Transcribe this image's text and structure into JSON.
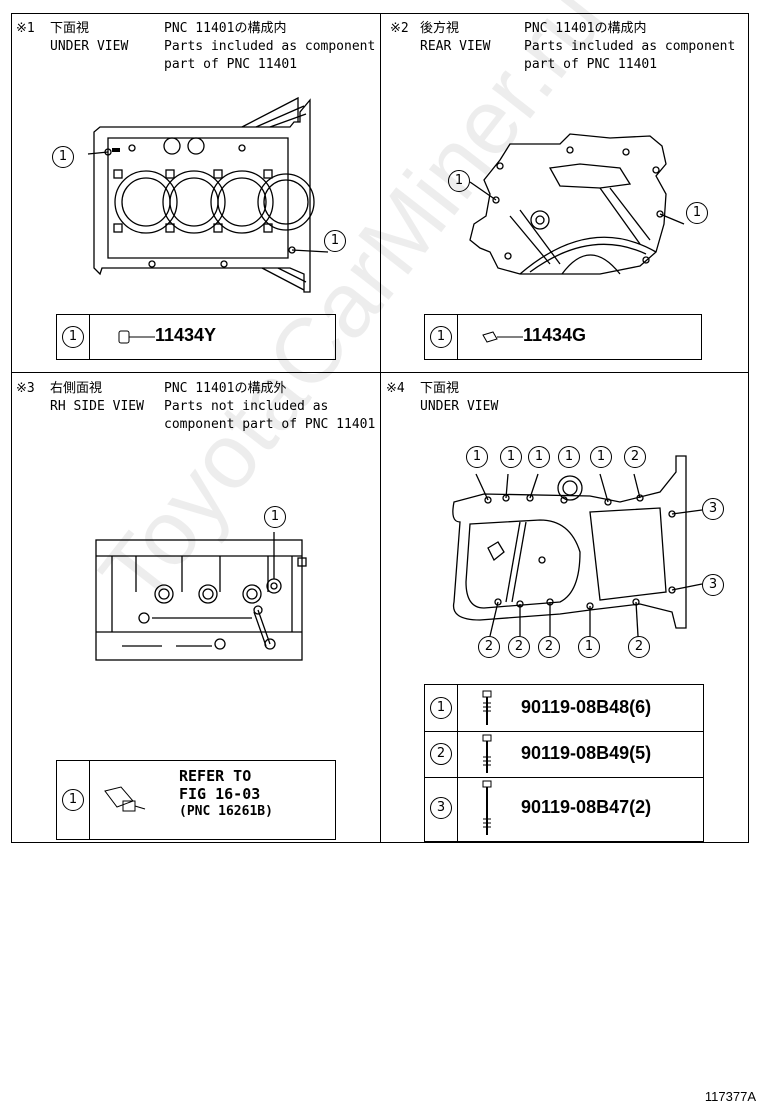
{
  "figure_id": "117377A",
  "watermark": "ToyotaCarMiner.ru",
  "panels": [
    {
      "mark": "※1",
      "view_jp": "下面視",
      "view_en": "UNDER VIEW",
      "pnc_jp": "PNC 11401の構成内",
      "desc_line1": "Parts included as component",
      "desc_line2": "part of PNC 11401",
      "legend": [
        {
          "callout": "1",
          "part_number": "11434Y",
          "icon": "pin-icon"
        }
      ]
    },
    {
      "mark": "※2",
      "view_jp": "後方視",
      "view_en": "REAR VIEW",
      "pnc_jp": "PNC 11401の構成内",
      "desc_line1": "Parts included as component",
      "desc_line2": "part of PNC 11401",
      "legend": [
        {
          "callout": "1",
          "part_number": "11434G",
          "icon": "dowel-icon"
        }
      ]
    },
    {
      "mark": "※3",
      "view_jp": "右側面視",
      "view_en": "RH SIDE VIEW",
      "pnc_jp": "PNC 11401の構成外",
      "desc_line1": "Parts not included as",
      "desc_line2": "component part of PNC 11401",
      "legend": [
        {
          "callout": "1",
          "refer_line1": "REFER TO",
          "refer_line2": "FIG 16-03",
          "refer_line3": "(PNC 16261B)",
          "icon": "plug-icon"
        }
      ]
    },
    {
      "mark": "※4",
      "view_jp": "下面視",
      "view_en": "UNDER VIEW",
      "legend": [
        {
          "callout": "1",
          "part_number": "90119-08B48(6)",
          "icon": "short-bolt-icon"
        },
        {
          "callout": "2",
          "part_number": "90119-08B49(5)",
          "icon": "medium-bolt-icon"
        },
        {
          "callout": "3",
          "part_number": "90119-08B47(2)",
          "icon": "long-bolt-icon"
        }
      ]
    }
  ],
  "callouts": {
    "p1_left": "1",
    "p1_right": "1",
    "p2_left": "1",
    "p2_right": "1",
    "p3_top": "1",
    "p4_top": [
      "1",
      "1",
      "1",
      "1",
      "1",
      "2"
    ],
    "p4_right": [
      "3",
      "3"
    ],
    "p4_bottom": [
      "2",
      "2",
      "2",
      "1",
      "2"
    ]
  }
}
